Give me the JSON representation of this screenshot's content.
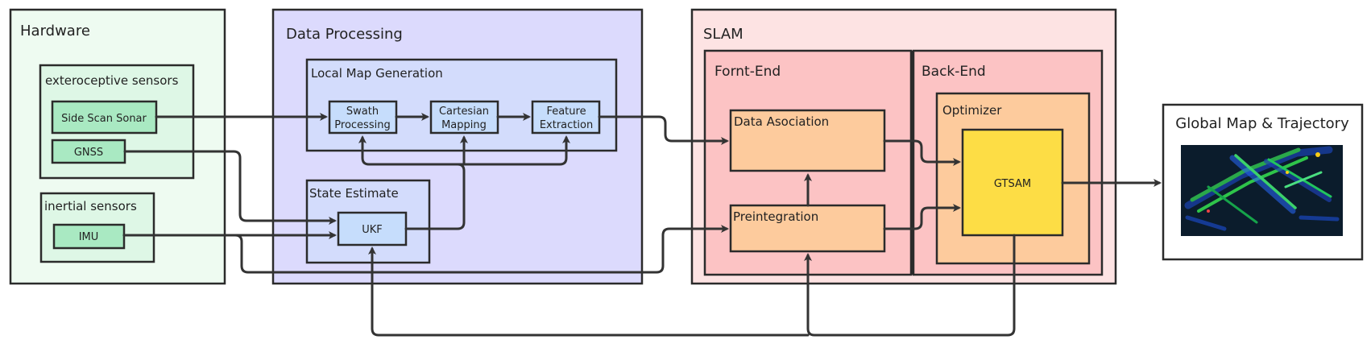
{
  "groups": {
    "hardware": "Hardware",
    "exteroceptive": "exteroceptive sensors",
    "inertial": "inertial sensors",
    "data_processing": "Data Processing",
    "local_map": "Local Map Generation",
    "state_estimate": "State Estimate",
    "slam": "SLAM",
    "front_end": "Fornt-End",
    "back_end": "Back-End",
    "optimizer": "Optimizer",
    "global_map": "Global Map & Trajectory"
  },
  "nodes": {
    "side_scan_sonar": "Side Scan Sonar",
    "gnss": "GNSS",
    "imu": "IMU",
    "swath_line1": "Swath",
    "swath_line2": "Processing",
    "cartesian_line1": "Cartesian",
    "cartesian_line2": "Mapping",
    "feature_line1": "Feature",
    "feature_line2": "Extraction",
    "ukf": "UKF",
    "data_association": "Data Asociation",
    "preintegration": "Preintegration",
    "gtsam": "GTSAM"
  },
  "colors": {
    "hardware_fill": "#eefbf1",
    "sensor_group_fill": "#def7e6",
    "sensor_node_fill": "#a9e9c2",
    "processing_fill": "#dcdafd",
    "processing_inner_fill": "#d3dcfc",
    "processing_node_fill": "#c6ddfc",
    "slam_fill": "#fde3e3",
    "slam_inner_fill": "#fcc3c4",
    "slam_node_fill": "#fdcb9d",
    "gtsam_fill": "#fddd45",
    "stroke": "#2b2b2b"
  }
}
